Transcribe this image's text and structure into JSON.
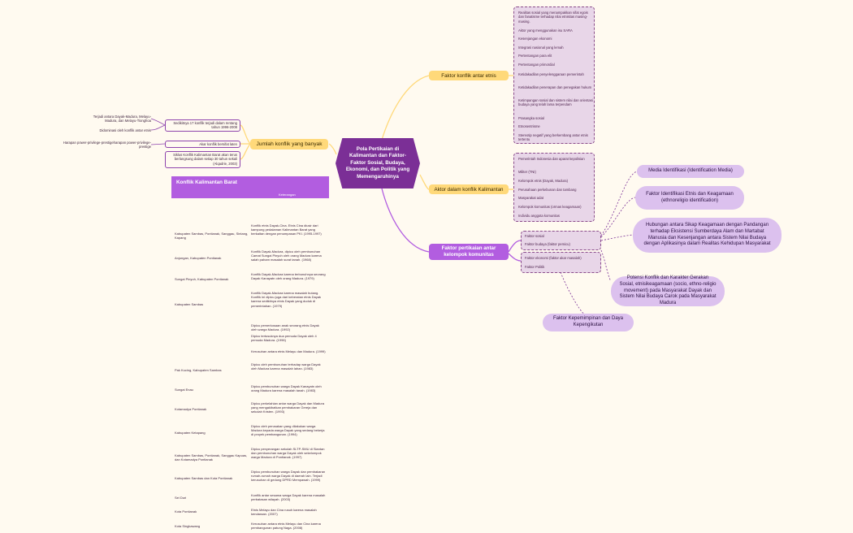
{
  "central": "Pola Pertikaian di Kalimantan dan Faktor-Faktor Sosial, Budaya, Ekonomi, dan Politik yang Memengaruhinya",
  "topics": {
    "konflik_antar_etnis": "Faktor konflik antar etnis",
    "jumlah_konflik": "Jumlah konflik yang banyak",
    "aktor": "Aktor dalam konflik Kalimantan",
    "pertikaian": "Faktor pertikaian antar kelompok komunitas"
  },
  "konflik_items": [
    "Realitas sosial yang menampakkan sifat egois dan fanatisme terhadap nilai etnisitas masing-masing.",
    "Aktor yang menggunakan isu SARA",
    "Kesenjangan ekonomi",
    "Integrasi nasional yang lemah",
    "Pertentangan para elit",
    "Pertentangan primordial",
    "Ketidakadilan penyelenggaraan pemerintah",
    "Ketidakadilan penerapan dan penegakan hukum",
    "Ketimpangan sosial dan sistem nilai dan orientasi budaya yang telah lama terpendam",
    "Prasangka sosial",
    "Etnosentrisme",
    "Stereotip negatif yang berkembang antar etnis tertentu"
  ],
  "aktor_items": [
    "Pemerintah Indonesia dan aparat kepolisian",
    "Militer (TNI)",
    "Kelompok etnis (Dayak, Madura)",
    "Perusahaan perkebunan dan tambang",
    "Masyarakat adat",
    "Kelompok komunitas (ormas keagamaan)",
    "Individu anggota komunitas"
  ],
  "pertikaian_items": [
    "Faktor sosial",
    "Faktor budaya (faktor pemicu)",
    "Faktor ekonomi (faktor akar masalah)",
    "Faktor Politik"
  ],
  "jumlah_children": {
    "sedikitnya": "Sedikitnya 17 konflik terjadi dalam rentang tahun 1996-2008",
    "akar": "Akar konflik bersifat laten",
    "siklus": "Siklus Konflik Kalimantan Barat akan terus berlangsung dalam setiap 30 tahun sekali (Alqadrie, 2003)"
  },
  "jumlah_leaves": {
    "terjadi": "Terjadi antara Dayak-Madura, Melayu-Madura, dan Melayu-Tionghoa",
    "didominasi": "Didominasi oleh konflik antar etnis",
    "harapan": "Harapan power-privilege-prestigeharapan power-privilege-prestige"
  },
  "bubbles": {
    "media": "Media Identifikasi (Identification Media)",
    "etnis": "Faktor Identifikasi Etnis dan Keagamaan (ethnoreligio identification)",
    "hubungan": "Hubungan antara Sikap Keagamaan dengan Pandangan terhadap Eksistensi Sumberdaya Alam dan Martabat Manusia dan Kesenjangan antara Sistem Nilai Budaya dengan Aplikasinya dalam Realitas Kehidupan Masyarakat",
    "potensi": "Potensi Konflik dan Karakter Gerakan Sosial, etnisikeagamaan (socio, ethno-religio movement) pada Masyarakat Dayak dan Sistem Nilai Budaya Carok pada Masyarakat Madura",
    "kepemimpinan": "Faktor Kepemimpinan dan Daya Kepengikutan"
  },
  "table": {
    "title": "Konflik Kalimantan Barat",
    "header": "Keterangan",
    "rows": [
      {
        "loc": "Kabupaten Sambas, Pontianak, Sanggau, Sintang, Kapang",
        "desc": "Konflik etnis Dayak-Cina. Etnis Cina diusir dari kampung pedalaman Kalimantan Barat yang berkaitan dengan penumpasan PKI. (1995-1997)"
      },
      {
        "loc": "Anjungan, Kabupaten Pontianak",
        "desc": "Konflik Dayak-Madura, dipicu oleh pembunuhan Camat Sungai Pinyuh oleh orang Madura karena salah paham masalah surat tanah. (1968)"
      },
      {
        "loc": "Sungai Pinyuh, Kabupaten Pontianak",
        "desc": "Konflik Dayak-Madura karena terbunuhnya seorang Dayak Kanayatn oleh orang Madura. (1979)"
      },
      {
        "loc": "Kabupaten Sambas",
        "desc": "Konflik Dayak-Madura karena masalah hutang. Konflik ini dipicu juga dari keberatan etnis Dayak karena sedikitnya etnis Dayak yang duduk di pemerintahan. (1979)"
      },
      {
        "loc": "",
        "desc": "Dipicu pemerkosaan anak seorang etnis Dayak oleh warga Madura. (1992)"
      },
      {
        "loc": "",
        "desc": "Dipicu tertusuknya dua pemuda Dayak oleh 4 pemuda Madura. (1996)"
      },
      {
        "loc": "",
        "desc": "Kerusuhan antara etnis Melayu dan Madura. (1999)"
      },
      {
        "loc": "Pak Kucing, Kabupaten Sambas",
        "desc": "Dipicu oleh pembunuhan terhadap warga Dayak oleh Madura karena masalah lahan. (1983)"
      },
      {
        "loc": "Sungai Enau",
        "desc": "Dipicu pembunuhan warga Dayak Kanayatn oleh orang Madura karena masalah tanah. (1983)"
      },
      {
        "loc": "Kotamadya Pontianak",
        "desc": "Dipicu perkelahian antar warga Dayak dan Madura yang mengakibatkan pembakaran Gereja dan sekolah Kristen. (1993)"
      },
      {
        "loc": "Kabupaten Ketapang",
        "desc": "Dipicu oleh perusakan yang dilakukan warga Madura kepada warga Dayak yang sedang bekerja di proyek pembangunan. (1994)"
      },
      {
        "loc": "Kabupaten Sambas, Pontianak, Sanggau Kapuas, dan Kotamadya Pontianak",
        "desc": "Dipicu penyerangan sekolah SLTP-SMU di Siantan dan pembunuhan warga Dayak oleh sekelompok warga Madura di Pontianak. (1997)"
      },
      {
        "loc": "Kabupaten Sambas dan Kota Pontianak",
        "desc": "Dipicu pembunuhan warga Dayak dan pembakaran rumah-rumah warga Dayak di daerah lain. Terjadi kerusuhan di gedung DPRD Mempawah. (1999)"
      },
      {
        "loc": "Sei Duri",
        "desc": "Konflik antar sesama warga Dayak karena masalah perbatasan wilayah. (2003)"
      },
      {
        "loc": "Kota Pontianak",
        "desc": "Etnis Melayu dan Cina rusuh karena masalah kendaraan. (2007)"
      },
      {
        "loc": "Kota Singkawang",
        "desc": "Kerusuhan antara etnis Melayu dan Cina karena pembangunan patung Naga. (2008)"
      }
    ]
  },
  "colors": {
    "central": "#7b2f96",
    "purple": "#b25de0",
    "yellow": "#ffd97a",
    "box": "#e8d6e8",
    "bubble": "#dcc1ee"
  }
}
